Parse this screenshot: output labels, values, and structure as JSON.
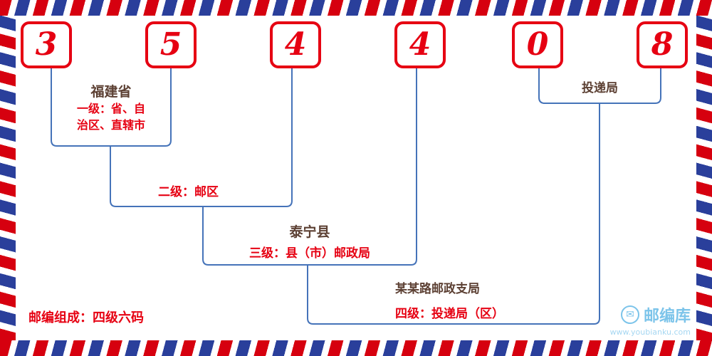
{
  "code": {
    "digits": [
      "3",
      "5",
      "4",
      "4",
      "0",
      "8"
    ]
  },
  "annotations": {
    "level1": {
      "place": "福建省",
      "desc_line1": "一级：省、自",
      "desc_line2": "治区、直辖市"
    },
    "level2": {
      "desc": "二级：邮区"
    },
    "level3": {
      "place": "泰宁县",
      "desc": "三级：县（市）邮政局"
    },
    "level4": {
      "place": "某某路邮政支局",
      "desc": "四级：投递局（区）"
    },
    "delivery": {
      "label": "投递局"
    }
  },
  "footer": {
    "composition": "邮编组成：四级六码"
  },
  "logo": {
    "name": "邮编库",
    "url": "www.youbianku.com",
    "icon": "envelope-icon"
  },
  "colors": {
    "digit_red": "#e60012",
    "text_red": "#e60012",
    "place_brown": "#5c4033",
    "line_blue": "#4573b9",
    "stripe_red": "#d6000f",
    "stripe_blue": "#2a3f9b",
    "logo_blue": "#7cc4ea"
  }
}
